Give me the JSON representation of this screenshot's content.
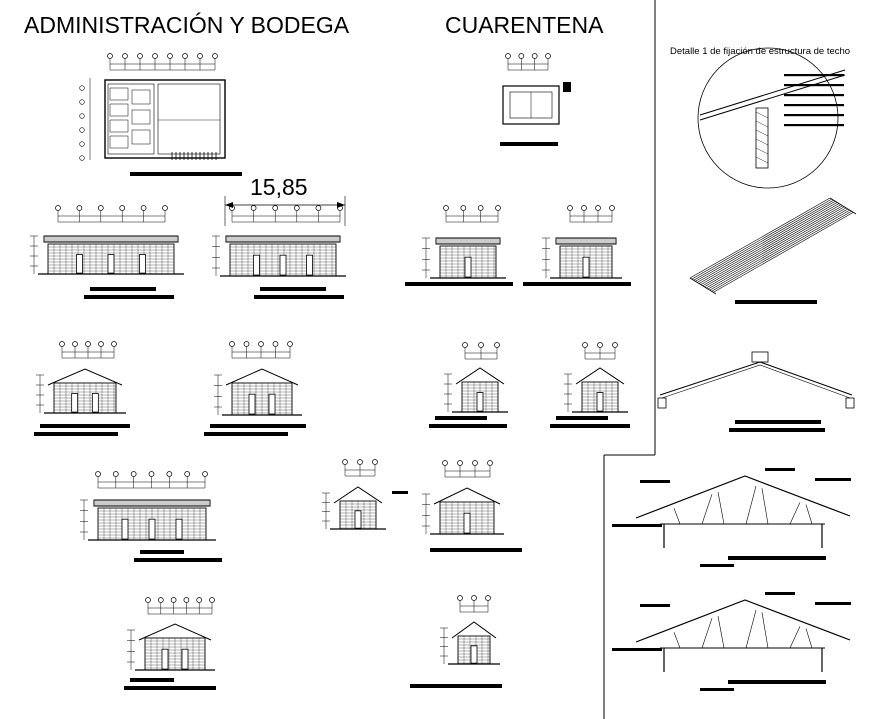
{
  "sheet": {
    "title_left": "ADMINISTRACIÓN Y BODEGA",
    "title_mid": "CUARENTENA",
    "dimension_label": "15,85",
    "detail_label": "Detalle 1 de fijación de estructura de techo"
  },
  "colors": {
    "ink": "#000000",
    "background": "#ffffff"
  }
}
